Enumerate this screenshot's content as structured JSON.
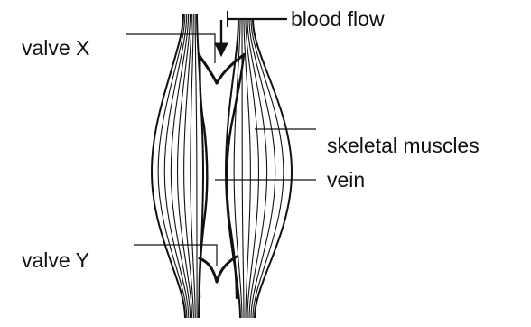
{
  "labels": {
    "blood_flow": "blood flow",
    "valve_x": "valve X",
    "skeletal_muscles": "skeletal muscles",
    "vein": "vein",
    "valve_y": "valve Y"
  },
  "colors": {
    "ink": "#111111",
    "background": "#ffffff"
  }
}
